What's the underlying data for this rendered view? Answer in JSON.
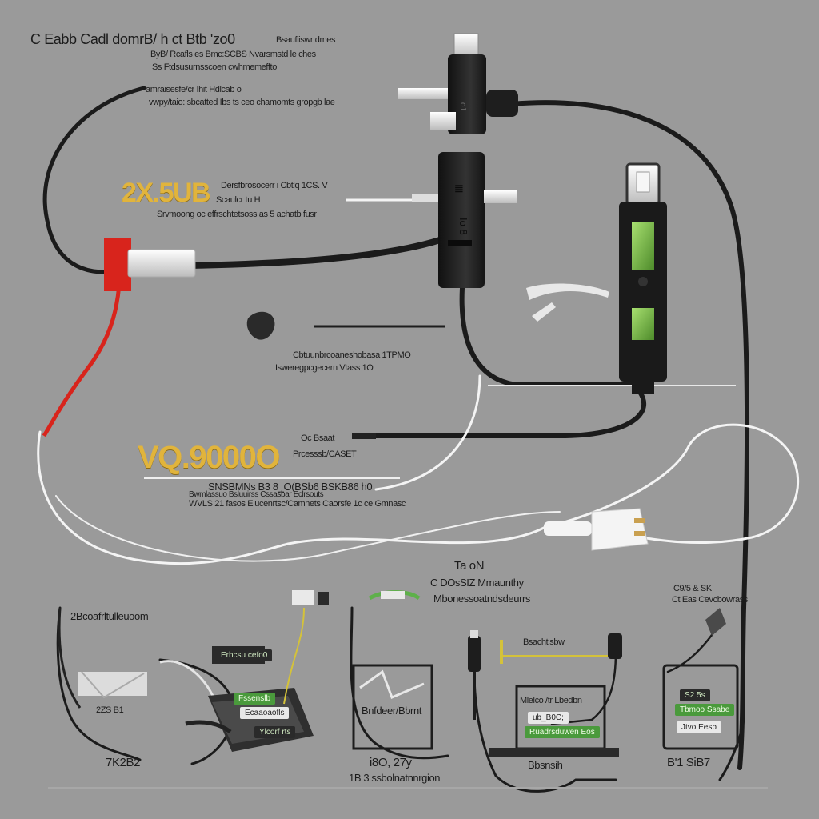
{
  "labels": {
    "title_line": "C Eabb Cadl domrB/ h  ct Btb 'zo0",
    "title_right_1": "Bsaufliswr dmes",
    "title_right_2": "ByB/ Rcafls es Bmc:SCBS Nvarsmstd le ches",
    "title_right_3": "Ss Ftdsusurnsscoen cwhmemeffto",
    "desc_left_1": "amraisesfe/cr Ihit Hdlcab o",
    "desc_left_2": "vwpy/taio: sbcatted Ibs ts ceo chamomts gropgb lae",
    "gold_1": "2X.5UB",
    "desc_mid_1": "Dersfbrosocerr i Cbtlq 1CS. V",
    "desc_mid_2": "Scaulcr tu H",
    "desc_mid_3": "Srvmoong oc effrschtetsoss as 5 achatb fusr",
    "side_text_1": "Cbtuunbrcoaneshobasa 1TPMO",
    "side_text_2": "Isweregpcgecern Vtass 1O",
    "gold_2": "VQ.9000O",
    "desc_gold2_1": "Oc Bsaat",
    "desc_gold2_2": "Prcesssb/CASET",
    "strip_1": "SNSBMNs  B3 8_O(BSb6 BSKB86 h0",
    "strip_2": "Bwmlassuo  Bsluuirss  Cssasbar  Eclrsouts",
    "strip_3": "WVLS 21 fasos Elucenrtsc/Camnets Caorsfe 1c ce Gmnasc",
    "mid_a": "Ta oN",
    "mid_b": "C DOsSIZ Mmaunthy",
    "mid_c": "Mbonessoatndsdeurrs",
    "right_top": "C9/5 & SK",
    "right_top_2": "Ct Eas Cevcbowrass",
    "bottom_left_label": "2Bcoafrltulleuoom",
    "chip_laptop_1": "Erhcsu cefo0",
    "chip_laptop_2": "Fssenslb",
    "chip_laptop_3": "Ecaaoaofls",
    "chip_laptop_4": "Ylcorf rts",
    "chip_box1": "Bnfdeer/Bbrnt",
    "chip_box2_1": "Mlelco /tr Lbedbn",
    "chip_box2_2": "ub_B0C;",
    "chip_box2_3": "Ruadrsduwen Eos",
    "green_label": "Bsachtlsbw",
    "chip_box3_1": "S2 5s",
    "chip_box3_2": "Tbmoo Ssabe",
    "chip_box3_3": "Jtvo Eesb",
    "bottom_left": "7K2B2",
    "bottom_mid_1": "i8O, 27y",
    "bottom_mid_2": "1B 3 ssbolnatnnrgion",
    "bottom_c": "Bbsnsih",
    "bottom_right": "B'1 SiB7",
    "laptop_tag": "2ZS B1"
  },
  "colors": {
    "background": "#9a9a9a",
    "cable_black": "#1e1e1e",
    "cable_white": "#f2f2f2",
    "cable_red": "#d8241c",
    "accent_gold": "#e1b43c",
    "led_green": "#7ec24a"
  }
}
